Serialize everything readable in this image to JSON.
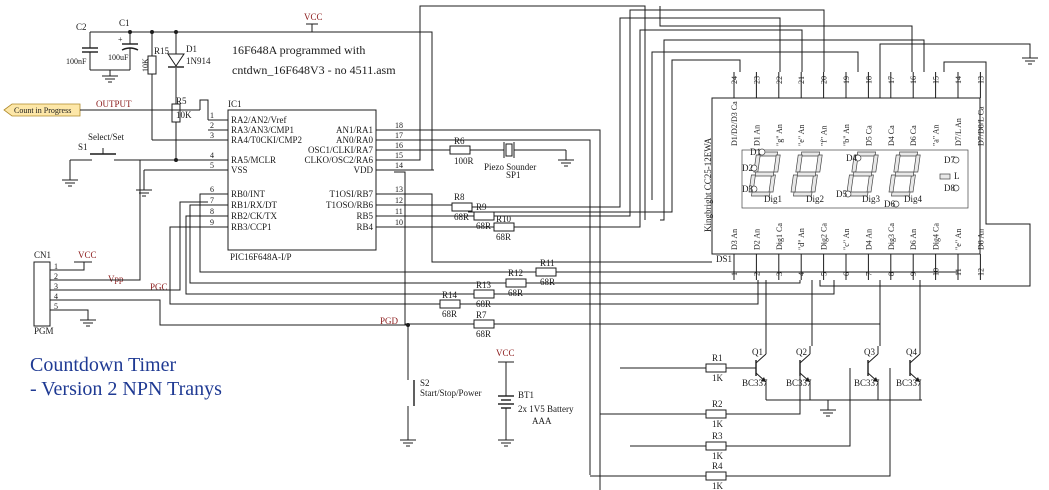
{
  "title": {
    "line1": "Countdown Timer",
    "line2": " - Version 2 NPN Tranys"
  },
  "note": {
    "line1": "16F648A programmed with",
    "line2": "cntdwn_16F648V3 - no 4511.asm"
  },
  "nets": {
    "vcc": "VCC",
    "output": "OUTPUT",
    "vpp": "Vpp",
    "pgc": "PGC",
    "pgd": "PGD"
  },
  "output_tag": "Count in Progress",
  "caps": [
    {
      "ref": "C2",
      "value": "100nF"
    },
    {
      "ref": "C1",
      "value": "100uF"
    }
  ],
  "resistors": {
    "r15": {
      "ref": "R15",
      "value": "10K"
    },
    "r5": {
      "ref": "R5",
      "value": "10K"
    },
    "r6": {
      "ref": "R6",
      "value": "100R"
    },
    "r8": {
      "ref": "R8",
      "value": "68R"
    },
    "r9": {
      "ref": "R9",
      "value": "68R"
    },
    "r10": {
      "ref": "R10",
      "value": "68R"
    },
    "r11": {
      "ref": "R11",
      "value": "68R"
    },
    "r12": {
      "ref": "R12",
      "value": "68R"
    },
    "r13": {
      "ref": "R13",
      "value": "68R"
    },
    "r14": {
      "ref": "R14",
      "value": "68R"
    },
    "r7": {
      "ref": "R7",
      "value": "68R"
    },
    "r1": {
      "ref": "R1",
      "value": "1K"
    },
    "r2": {
      "ref": "R2",
      "value": "1K"
    },
    "r3": {
      "ref": "R3",
      "value": "1K"
    },
    "r4": {
      "ref": "R4",
      "value": "1K"
    }
  },
  "diode": {
    "ref": "D1",
    "value": "1N914"
  },
  "switches": {
    "s1": {
      "ref": "S1",
      "label": "Select/Set"
    },
    "s2": {
      "ref": "S2",
      "label": "Start/Stop/Power"
    }
  },
  "battery": {
    "ref": "BT1",
    "label": "2x 1V5 Battery",
    "type": "AAA"
  },
  "piezo": {
    "ref": "SP1",
    "label": "Piezo Sounder"
  },
  "connector": {
    "ref": "CN1",
    "label": "PGM",
    "pins": [
      "1",
      "2",
      "3",
      "4",
      "5"
    ]
  },
  "ic": {
    "ref": "IC1",
    "part": "PIC16F648A-I/P",
    "left_pins": [
      {
        "num": "1",
        "name": "RA2/AN2/Vref"
      },
      {
        "num": "2",
        "name": "RA3/AN3/CMP1"
      },
      {
        "num": "3",
        "name": "RA4/T0CKI/CMP2"
      },
      {
        "num": "4",
        "name": "RA5/MCLR"
      },
      {
        "num": "5",
        "name": "VSS"
      },
      {
        "num": "6",
        "name": "RB0/INT"
      },
      {
        "num": "7",
        "name": "RB1/RX/DT"
      },
      {
        "num": "8",
        "name": "RB2/CK/TX"
      },
      {
        "num": "9",
        "name": "RB3/CCP1"
      }
    ],
    "right_pins": [
      {
        "num": "18",
        "name": "AN1/RA1"
      },
      {
        "num": "17",
        "name": "AN0/RA0"
      },
      {
        "num": "16",
        "name": "OSC1/CLKI/RA7"
      },
      {
        "num": "15",
        "name": "CLKO/OSC2/RA6"
      },
      {
        "num": "14",
        "name": "VDD"
      },
      {
        "num": "13",
        "name": "T1OSI/RB7"
      },
      {
        "num": "12",
        "name": "T1OSO/RB6"
      },
      {
        "num": "11",
        "name": "RB5"
      },
      {
        "num": "10",
        "name": "RB4"
      }
    ]
  },
  "display": {
    "ref": "DS1",
    "part": "Kingbright CC25-12EWA",
    "top_pins": [
      {
        "num": "24",
        "name": "D1/D2/D3 Ca"
      },
      {
        "num": "23",
        "name": "D1 An"
      },
      {
        "num": "22",
        "name": "\"g\" An"
      },
      {
        "num": "21",
        "name": "\"e\" An"
      },
      {
        "num": "20",
        "name": "\"f\" An"
      },
      {
        "num": "19",
        "name": "\"b\" An"
      },
      {
        "num": "18",
        "name": "D5 Ca"
      },
      {
        "num": "17",
        "name": "D4 Ca"
      },
      {
        "num": "16",
        "name": "D6 Ca"
      },
      {
        "num": "15",
        "name": "\"a\" An"
      },
      {
        "num": "14",
        "name": "D7/L An"
      },
      {
        "num": "13",
        "name": "D7/D8/L Ca"
      }
    ],
    "bottom_pins": [
      {
        "num": "1",
        "name": "D3 An"
      },
      {
        "num": "2",
        "name": "D2 An"
      },
      {
        "num": "3",
        "name": "Dig1 Ca"
      },
      {
        "num": "4",
        "name": "\"d\" An"
      },
      {
        "num": "5",
        "name": "Dig2 Ca"
      },
      {
        "num": "6",
        "name": "\"c\" An"
      },
      {
        "num": "7",
        "name": "D4 An"
      },
      {
        "num": "8",
        "name": "Dig3 Ca"
      },
      {
        "num": "9",
        "name": "D6 An"
      },
      {
        "num": "10",
        "name": "Dig4 Ca"
      },
      {
        "num": "11",
        "name": "\"e\" An"
      },
      {
        "num": "12",
        "name": "D8 An"
      }
    ],
    "digits": [
      "Dig1",
      "Dig2",
      "Dig3",
      "Dig4"
    ],
    "dots": [
      "D1",
      "D2",
      "D3",
      "D4",
      "D5",
      "D6",
      "D7",
      "D8",
      "L"
    ]
  },
  "transistors": [
    {
      "ref": "Q1",
      "part": "BC337"
    },
    {
      "ref": "Q2",
      "part": "BC337"
    },
    {
      "ref": "Q3",
      "part": "BC337"
    },
    {
      "ref": "Q4",
      "part": "BC337"
    }
  ]
}
